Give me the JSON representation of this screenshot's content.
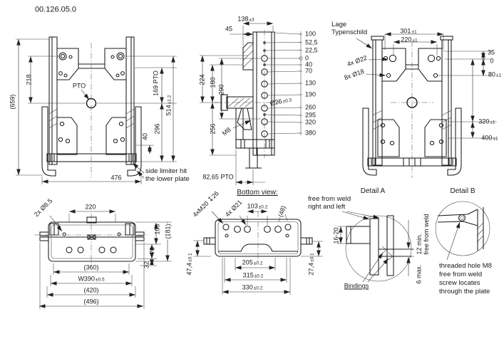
{
  "sheet": {
    "drawing_number": "00.126.05.0"
  },
  "front_view": {
    "dim_659": "(659)",
    "dim_218": "218",
    "pto_label": "PTO",
    "dim_169_pto": "169 PTO",
    "dim_514": {
      "v": "514",
      "t": "±1.2"
    },
    "dim_296": "296",
    "dim_40": "40",
    "dim_476": "476",
    "note_line1": "side limiter hit",
    "note_line2": "the lower plate"
  },
  "side_view": {
    "dim_138": {
      "v": "138",
      "t": "±3"
    },
    "dim_45": "45",
    "dim_224": "224",
    "dim_180": "180",
    "dim_290": "290",
    "dim_256": "256",
    "thread_label": "M8",
    "dia_26": {
      "v": "Ø26",
      "t": "±0.3"
    },
    "hole_ladder": [
      "100",
      "52,5",
      "22,5",
      "0",
      "40",
      "70",
      "130",
      "190",
      "260",
      "295",
      "320",
      "380"
    ],
    "dim_8265_pto": "82,65 PTO"
  },
  "rear_view": {
    "label_line1": "Lage",
    "label_line2": "Typenschild",
    "dim_301": {
      "v": "301",
      "t": "±1"
    },
    "dim_220": {
      "v": "220",
      "t": "±1"
    },
    "dia_22": "4x Ø22",
    "dia_18": "8x Ø18",
    "dim_35": "35",
    "dim_0": "0",
    "dim_80": {
      "v": "80",
      "t": "±1"
    },
    "dim_320": {
      "v": "320",
      "t": "±1"
    },
    "dim_400": {
      "v": "400",
      "t": "±1"
    }
  },
  "top_view": {
    "dia_85": "2x Ø8.5",
    "dim_220": "220",
    "dim_103": "103",
    "dim_181": "(181)",
    "dim_70": "70",
    "dim_32": "32",
    "dim_360": "(360)",
    "dim_w390": {
      "v": "W390",
      "t": "±0.5"
    },
    "dim_420": "(420)",
    "dim_496": "(496)"
  },
  "bottom_view": {
    "title": "Bottom view:",
    "thread_label": "4xM20 ↧26",
    "dia_21": "4x Ø21",
    "dim_103": {
      "v": "103",
      "t": "±0.2"
    },
    "dim_48": "(48)",
    "dim_474": {
      "v": "47,4",
      "t": "±0.1"
    },
    "dim_274": {
      "v": "27,4",
      "t": "±0.1"
    },
    "dim_205": {
      "v": "205",
      "t": "±0.2"
    },
    "dim_315": {
      "v": "315",
      "t": "±0.2"
    },
    "dim_330": {
      "v": "330",
      "t": "±0.2"
    }
  },
  "detail_a": {
    "title": "Detail A",
    "note_weld_line1": "free from weld",
    "note_weld_line2": "right and left",
    "dim_16_20": "16-20",
    "note_12min_line1": "12 min.",
    "note_12min_line2": "free from weld",
    "bindings_label": "Bindings",
    "dim_6max": "6 max."
  },
  "detail_b": {
    "title": "Detail B",
    "note_line1": "threaded hole M8",
    "note_line2": "free from weld",
    "note_line3": "screw locates",
    "note_line4": "through the plate"
  }
}
